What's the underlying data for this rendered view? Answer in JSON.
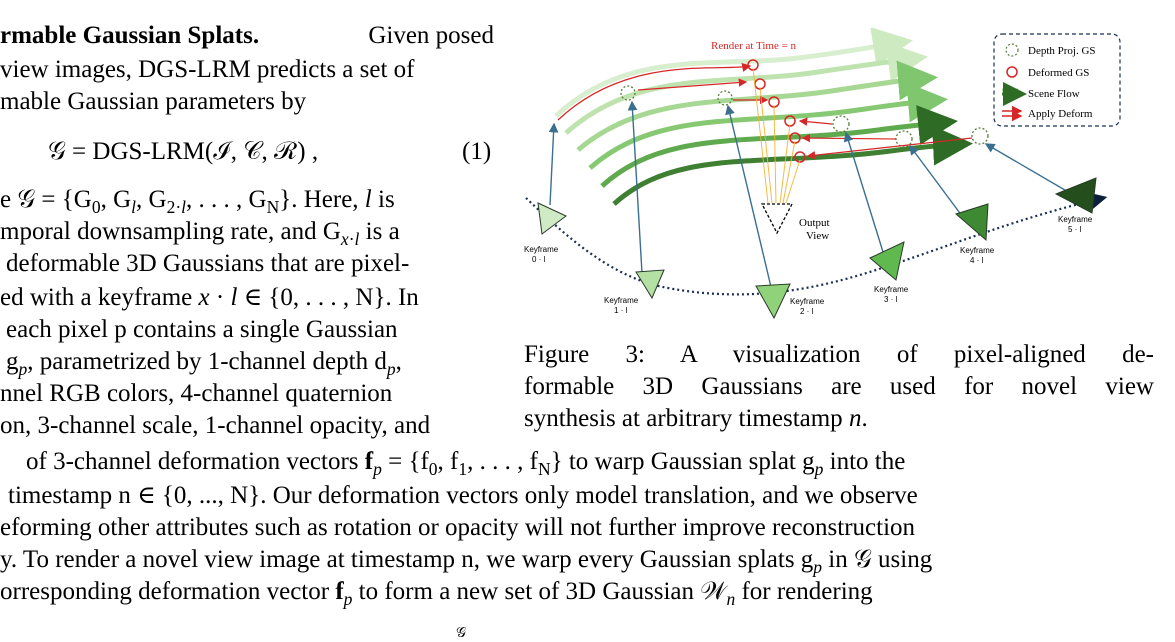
{
  "left_column": {
    "heading": "rmable Gaussian Splats.",
    "l1_rest": "Given posed",
    "l2": "view images, DGS-LRM predicts a set of",
    "l3": "mable Gaussian parameters by",
    "equation": "𝒢 = DGS-LRM(ℐ, 𝒞, ℛ) ,",
    "eq_number": "(1)",
    "l5a": "e 𝒢 = {G",
    "l5b": "}. Here, ",
    "l5c": " is",
    "l6a": "mporal downsampling rate, and G",
    "l6b": " is a",
    "l7": "deformable 3D Gaussians that are pixel-",
    "l8a": "ed with a keyframe ",
    "l8b": " ∈ {0, . . . , N}. In",
    "l9": "each pixel p contains a single Gaussian",
    "l10a": "g",
    "l10b": ", parametrized by 1-channel depth d",
    "l10c": ",",
    "l11": "nnel RGB colors, 4-channel quaternion",
    "l12": "on, 3-channel scale, 1-channel opacity, and"
  },
  "bottom_text": {
    "b1a": "of 3-channel deformation vectors ",
    "b1b": "f",
    "b1c": " = {f",
    "b1d": "} to warp Gaussian splat g",
    "b1e": " into the",
    "b2": "timestamp n ∈ {0, ..., N}. Our deformation vectors only model translation, and we observe",
    "b3": "eforming other attributes such as rotation or opacity will not further improve reconstruction",
    "b4a": "y. To render a novel view image at timestamp n, we warp every Gaussian splats g",
    "b4b": " in 𝒢 using",
    "b5a": "orresponding deformation vector ",
    "b5b": "f",
    "b5c": " to form a new set of 3D Gaussian 𝒲",
    "b5d": " for rendering",
    "b6": "𝒢"
  },
  "figure": {
    "render_label": "Render at Time = n",
    "legend": [
      "Depth Proj. GS",
      "Deformed GS",
      "Scene Flow",
      "Apply Deform"
    ],
    "output_label_1": "Output",
    "output_label_2": "View",
    "keyframes": [
      {
        "name": "Keyframe",
        "idx": "0 · l"
      },
      {
        "name": "Keyframe",
        "idx": "1 · l"
      },
      {
        "name": "Keyframe",
        "idx": "2 · l"
      },
      {
        "name": "Keyframe",
        "idx": "3 · l"
      },
      {
        "name": "Keyframe",
        "idx": "4 · l"
      },
      {
        "name": "Keyframe",
        "idx": "5 · l"
      }
    ],
    "colors": {
      "flow_light": "#cdeac0",
      "flow_mid": "#7fc66f",
      "flow_dark": "#2e6b24",
      "deform": "#d62728",
      "arrow": "#3a6f8f"
    }
  },
  "caption": {
    "c1": "Figure 3:  A visualization of pixel-aligned de-",
    "c2": "formable 3D Gaussians are used for novel view",
    "c3a": "synthesis at arbitrary timestamp ",
    "c3b": "n",
    "c3c": "."
  }
}
